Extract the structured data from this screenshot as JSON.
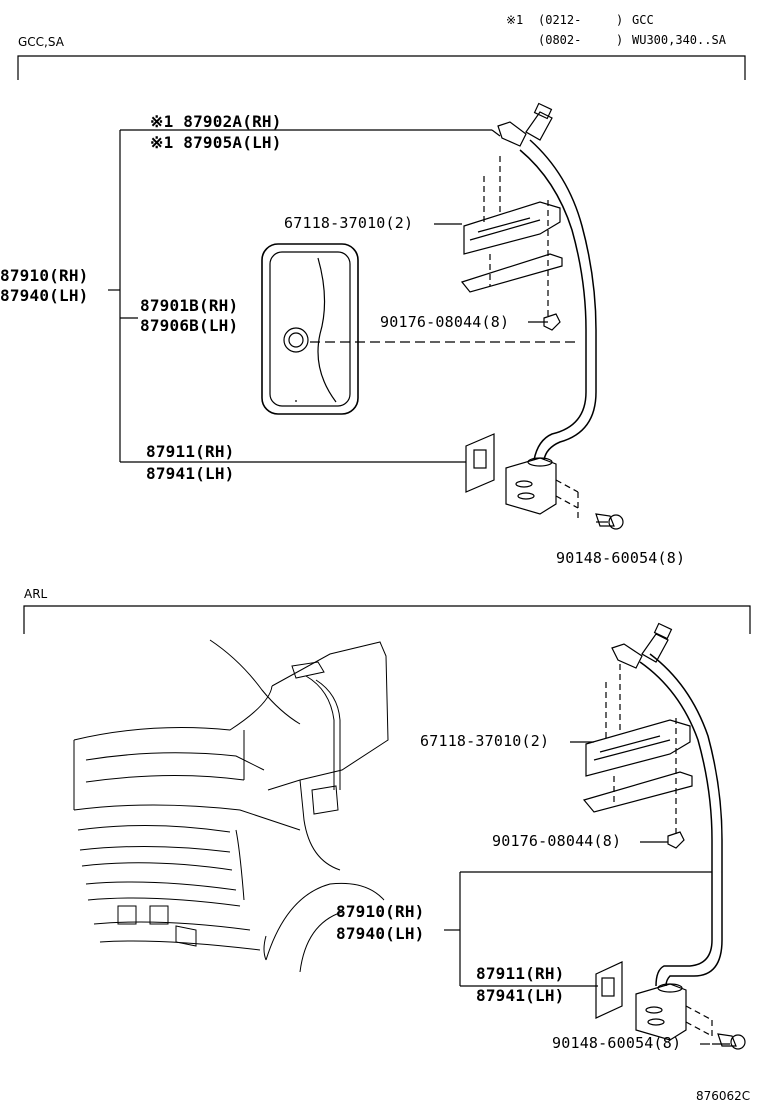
{
  "header": {
    "note_row1": {
      "marker": "※1",
      "range": "(0212-",
      "close": ")",
      "applies": "GCC"
    },
    "note_row2": {
      "range": "(0802-",
      "close": ")",
      "applies": "WU300,340..SA"
    }
  },
  "sections": {
    "upper": {
      "title": "GCC,SA",
      "labels": {
        "p87902a": "※1 87902A(RH)",
        "p87905a": "※1 87905A(LH)",
        "p67118": "67118-37010(2)",
        "p87910": "87910(RH)",
        "p87940": "87940(LH)",
        "p87901b": "87901B(RH)",
        "p87906b": "87906B(LH)",
        "p90176": "90176-08044(8)",
        "p87911": "87911(RH)",
        "p87941": "87941(LH)",
        "p90148": "90148-60054(8)"
      }
    },
    "lower": {
      "title": "ARL",
      "labels": {
        "p67118": "67118-37010(2)",
        "p90176": "90176-08044(8)",
        "p87910": "87910(RH)",
        "p87940": "87940(LH)",
        "p87911": "87911(RH)",
        "p87941": "87941(LH)",
        "p90148": "90148-60054(8)"
      }
    }
  },
  "footer": {
    "diagram_code": "876062C"
  }
}
